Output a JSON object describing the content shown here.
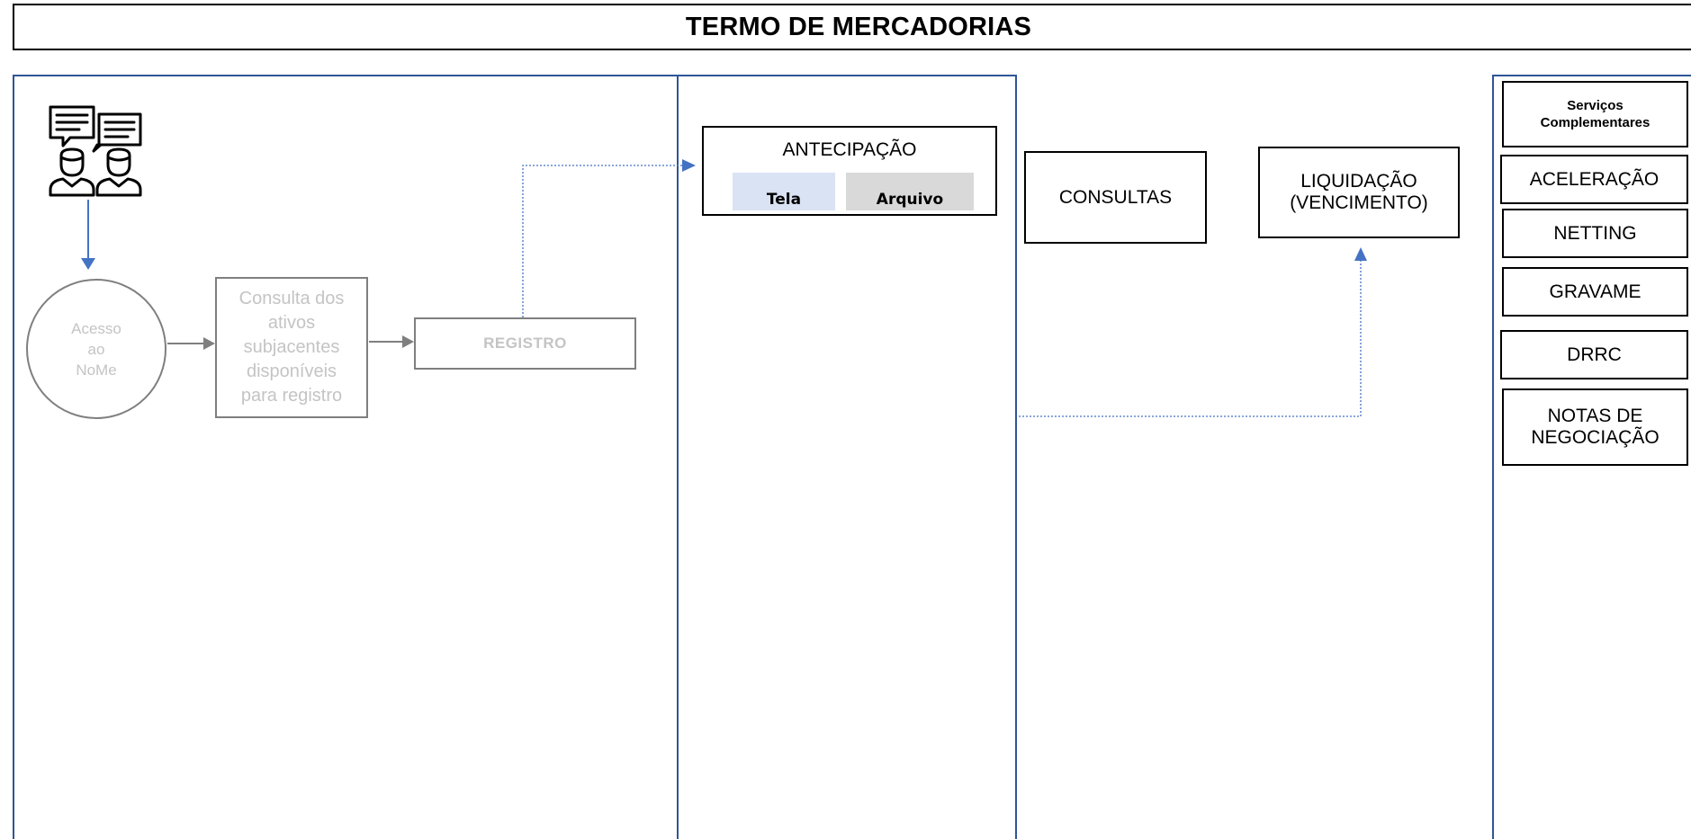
{
  "title": "TERMO DE MERCADORIAS",
  "flow": {
    "access_node": "Acesso\nao\nNoMe",
    "consulta_node": "Consulta dos\nativos\nsubjacentes\ndisponíveis\npara registro",
    "registro_node": "REGISTRO"
  },
  "antecipacao": {
    "title": "ANTECIPAÇÃO",
    "option_tela": "Tela",
    "option_arquivo": "Arquivo"
  },
  "consultas": "CONSULTAS",
  "liquidacao": "LIQUIDAÇÃO\n(VENCIMENTO)",
  "services": {
    "header": "Serviços\nComplementares",
    "items": [
      "ACELERAÇÃO",
      "NETTING",
      "GRAVAME",
      "DRRC",
      "NOTAS DE\nNEGOCIAÇÃO"
    ]
  },
  "colors": {
    "lane_border": "#2f5597",
    "arrow_blue": "#4472c4",
    "faded_text": "#c4c4c4",
    "node_border": "#7f7f7f",
    "tela_bg": "#dae3f3",
    "arquivo_bg": "#d9d9d9"
  },
  "icons": [
    "users-chat-icon"
  ]
}
